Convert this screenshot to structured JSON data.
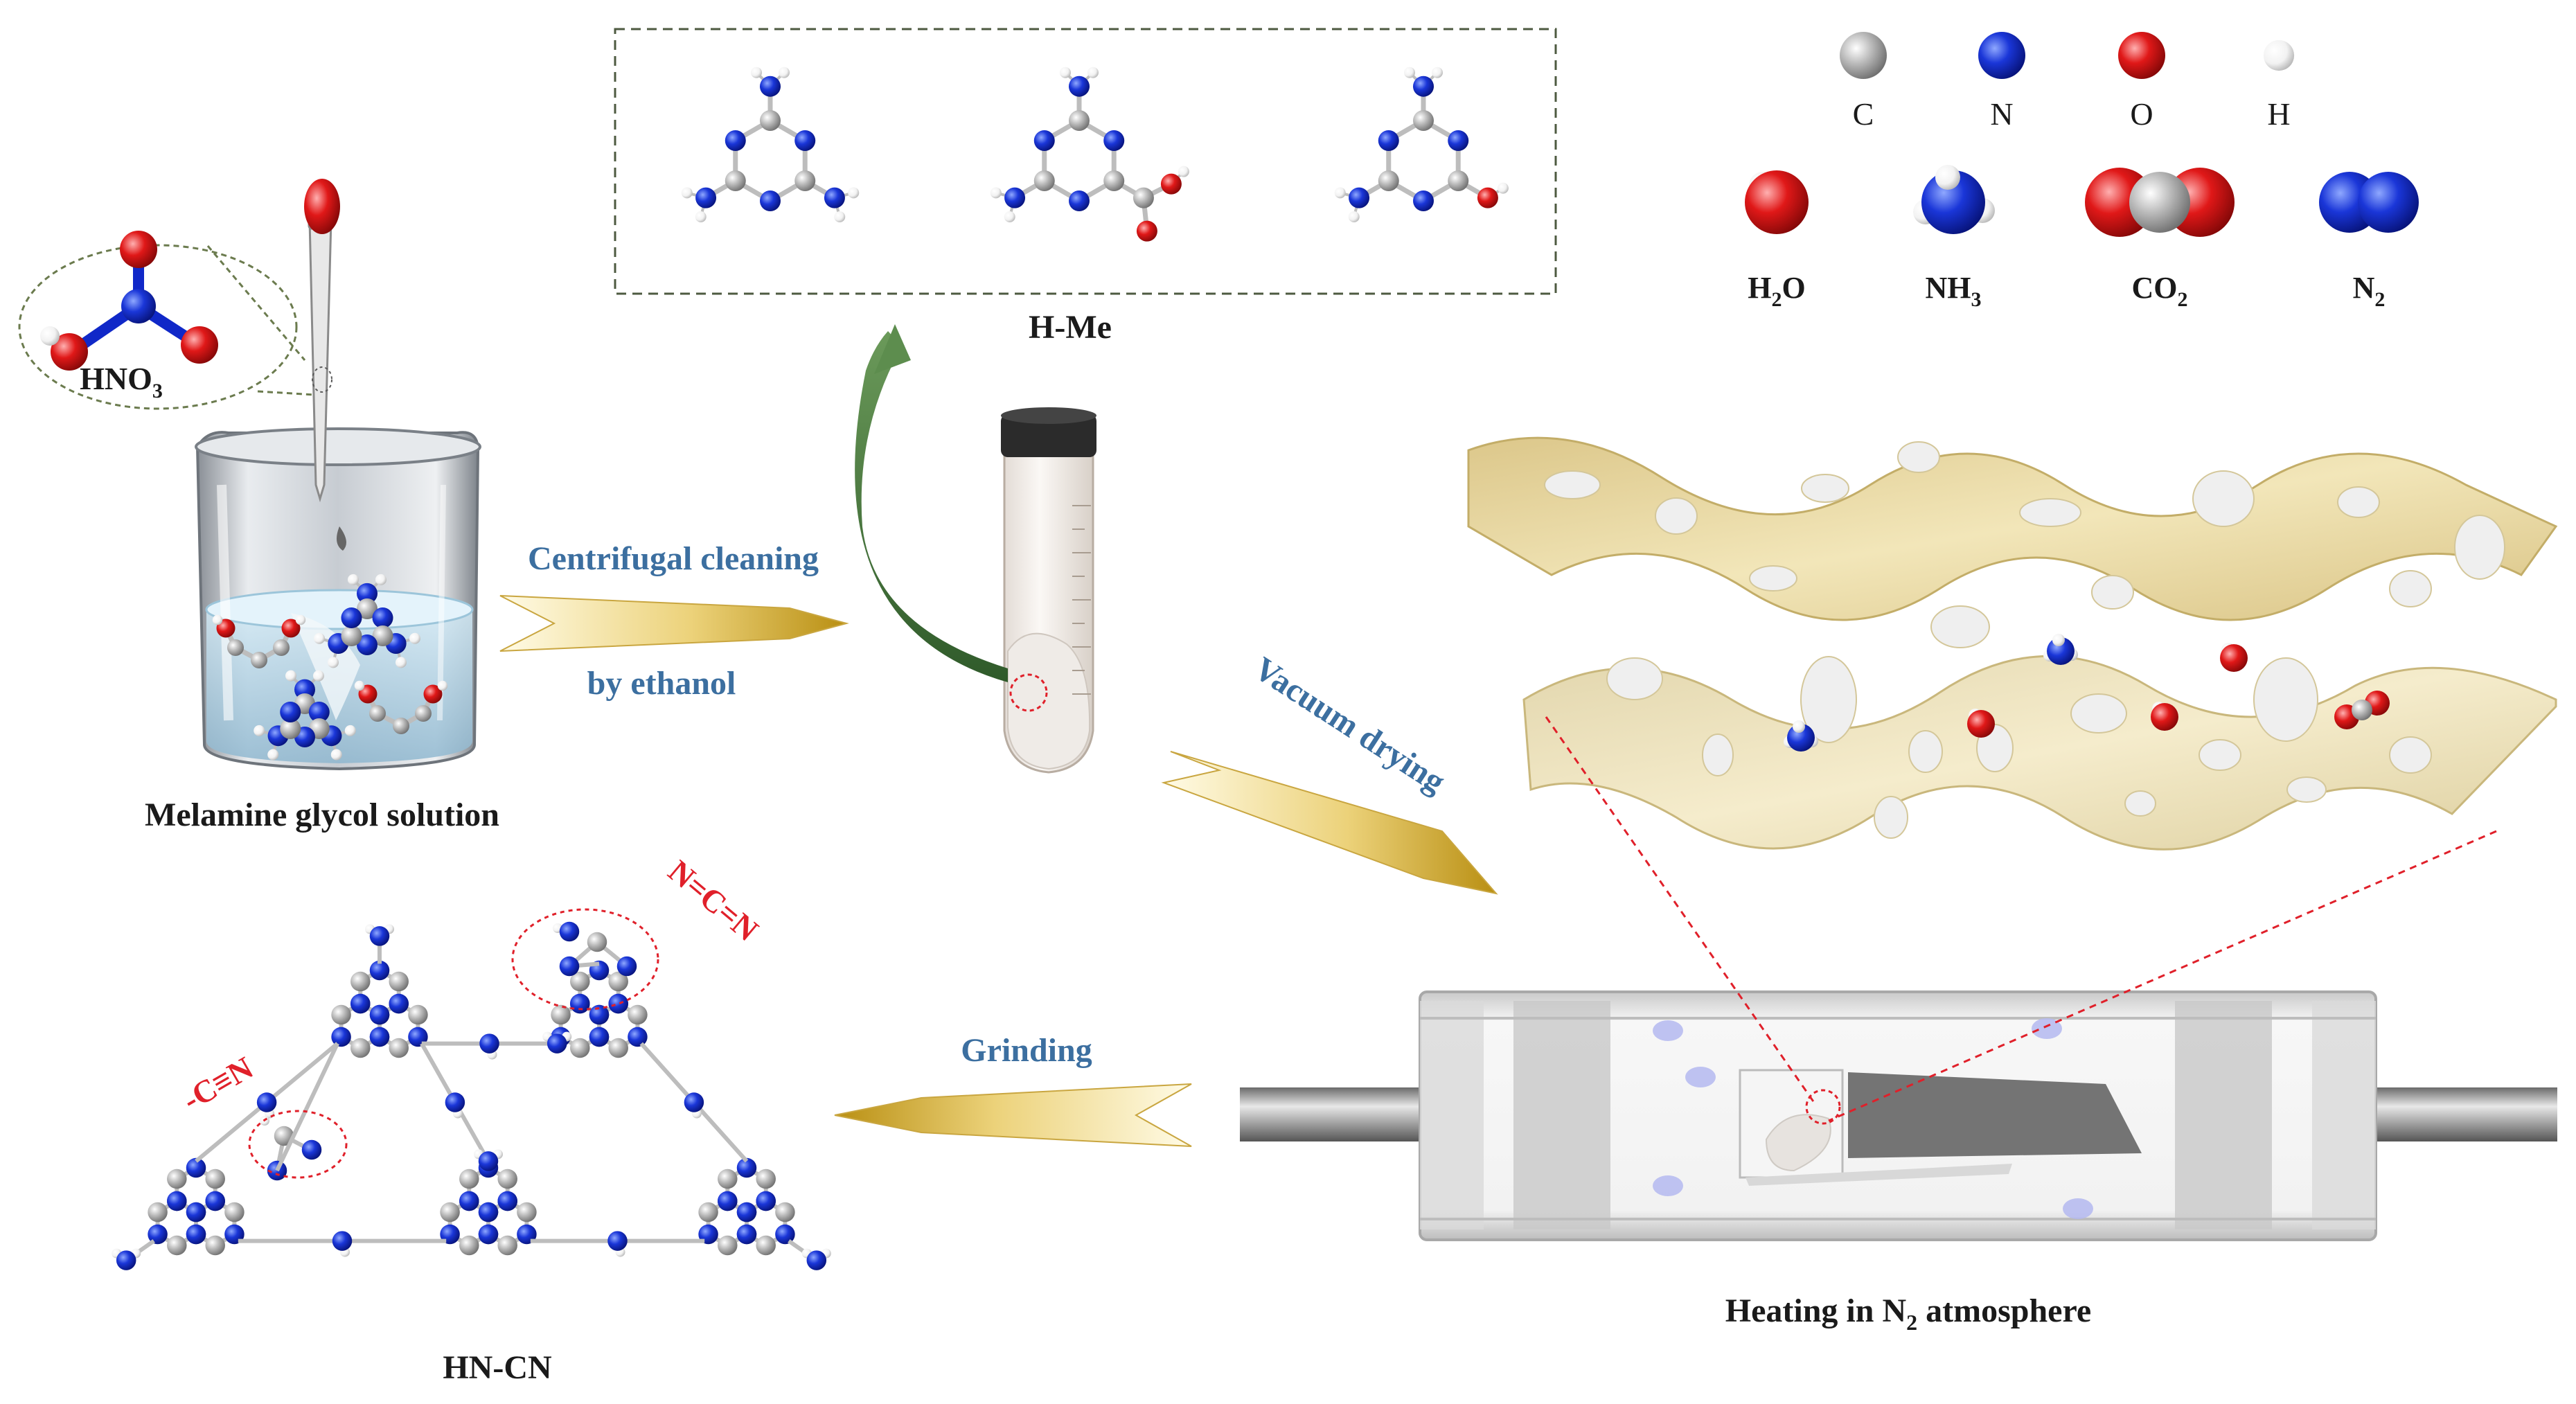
{
  "legend": {
    "atoms": [
      {
        "symbol": "C",
        "color": "#a9a9a9"
      },
      {
        "symbol": "N",
        "color": "#1028c8"
      },
      {
        "symbol": "O",
        "color": "#e01818"
      },
      {
        "symbol": "H",
        "color": "#f4f4f4"
      }
    ],
    "molecules": [
      {
        "base": "H",
        "sub": "2",
        "tail": "O",
        "name": "water-molecule-icon"
      },
      {
        "base": "NH",
        "sub": "3",
        "tail": "",
        "name": "ammonia-molecule-icon"
      },
      {
        "base": "CO",
        "sub": "2",
        "tail": "",
        "name": "carbon-dioxide-molecule-icon"
      },
      {
        "base": "N",
        "sub": "2",
        "tail": "",
        "name": "nitrogen-molecule-icon"
      }
    ]
  },
  "labels": {
    "hno3_base": "HNO",
    "hno3_sub": "3",
    "beaker": "Melamine glycol solution",
    "hme": "H-Me",
    "step_centrifuge_1": "Centrifugal cleaning",
    "step_centrifuge_2": "by ethanol",
    "step_vacuum": "Vacuum drying",
    "step_grinding": "Grinding",
    "heating_pre": "Heating in N",
    "heating_sub": "2",
    "heating_post": " atmosphere",
    "hncn": "HN-CN",
    "cyanamide_group": "-C≡N",
    "carbodiimide_group": "N=C=N"
  },
  "colors": {
    "carbon": "#a9a9a9",
    "nitrogen": "#1028c8",
    "oxygen": "#e01818",
    "hydrogen": "#f4f4f4",
    "step_text": "#3c6fa0",
    "annotation": "#e0202a",
    "sheet": "#e2d29a",
    "arrow": "#d9b63a",
    "curved_arrow": "#3f6a35"
  }
}
